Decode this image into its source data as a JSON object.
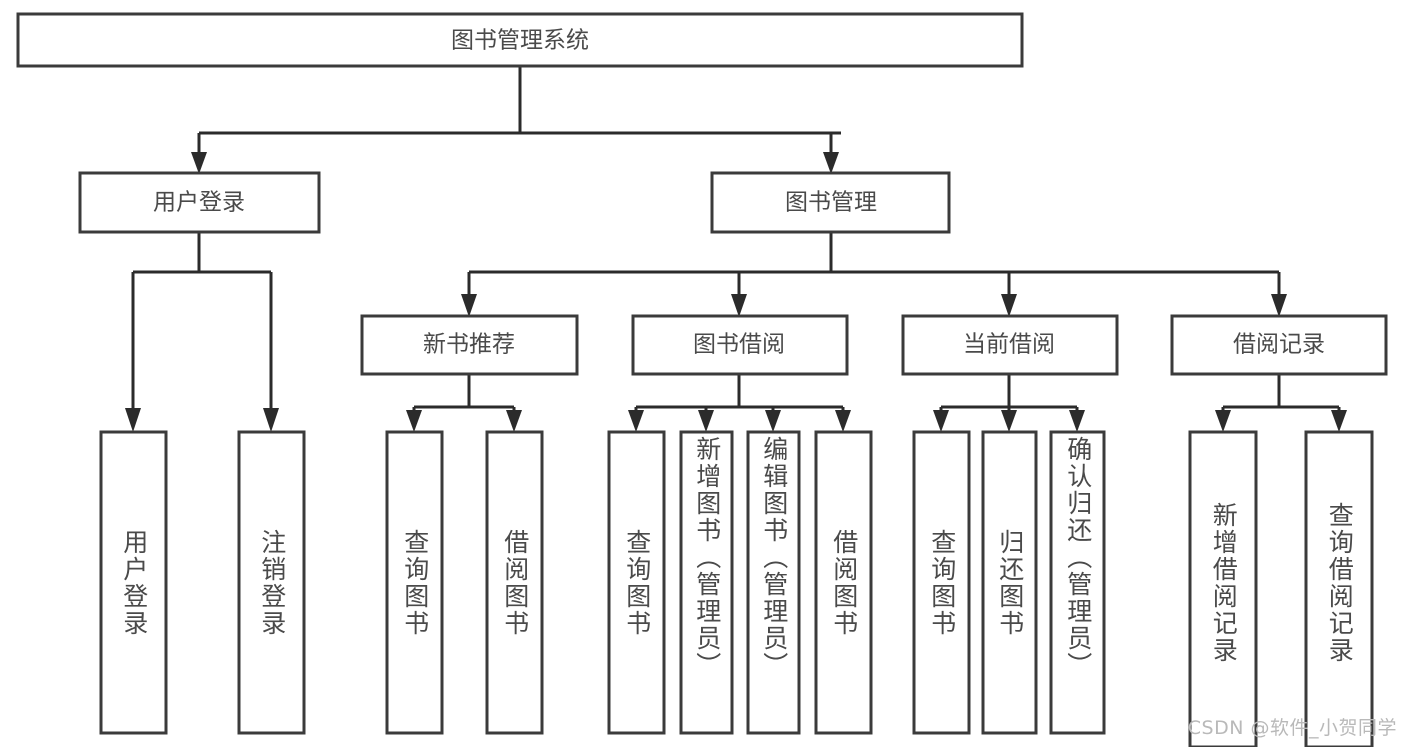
{
  "diagram": {
    "type": "hierarchy-tree",
    "title": "图书管理系统",
    "watermark": "CSDN @软件_小贺同学",
    "colors": {
      "box_stroke": "#3b3b3b",
      "connector": "#2b2b2b",
      "text": "#4a4a4a",
      "background": "#ffffff",
      "watermark": "#b9b9b9"
    },
    "levels": {
      "root": "图书管理系统",
      "level1": [
        "用户登录",
        "图书管理"
      ],
      "level2": [
        "新书推荐",
        "图书借阅",
        "当前借阅",
        "借阅记录"
      ]
    },
    "nodes": {
      "root": {
        "label": "图书管理系统"
      },
      "user_login": {
        "label": "用户登录"
      },
      "book_manage": {
        "label": "图书管理"
      },
      "new_book_rec": {
        "label": "新书推荐"
      },
      "book_borrow": {
        "label": "图书借阅"
      },
      "current_borrow": {
        "label": "当前借阅"
      },
      "borrow_record": {
        "label": "借阅记录"
      }
    },
    "leaves": [
      {
        "id": "leaf-user-login",
        "label": "用户登录",
        "parent": "用户登录"
      },
      {
        "id": "leaf-logout-login",
        "label": "注销登录",
        "parent": "用户登录"
      },
      {
        "id": "leaf-query-book-rec",
        "label": "查询图书",
        "parent": "新书推荐"
      },
      {
        "id": "leaf-borrow-book-rec",
        "label": "借阅图书",
        "parent": "新书推荐"
      },
      {
        "id": "leaf-query-book-borrow",
        "label": "查询图书",
        "parent": "图书借阅"
      },
      {
        "id": "leaf-add-book-admin",
        "label": "新增图书（管理员）",
        "parent": "图书借阅"
      },
      {
        "id": "leaf-edit-book-admin",
        "label": "编辑图书（管理员）",
        "parent": "图书借阅"
      },
      {
        "id": "leaf-borrow-book",
        "label": "借阅图书",
        "parent": "图书借阅"
      },
      {
        "id": "leaf-query-book-current",
        "label": "查询图书",
        "parent": "当前借阅"
      },
      {
        "id": "leaf-return-book",
        "label": "归还图书",
        "parent": "当前借阅"
      },
      {
        "id": "leaf-confirm-return-admin",
        "label": "确认归还（管理员）",
        "parent": "当前借阅"
      },
      {
        "id": "leaf-add-borrow-record",
        "label": "新增借阅记录",
        "parent": "借阅记录"
      },
      {
        "id": "leaf-query-borrow-record",
        "label": "查询借阅记录",
        "parent": "借阅记录"
      }
    ]
  }
}
